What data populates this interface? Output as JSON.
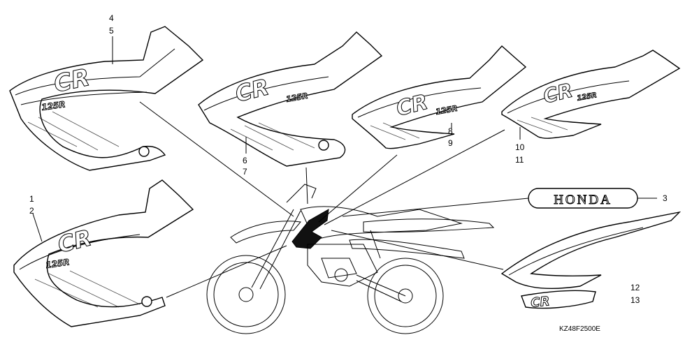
{
  "callouts": {
    "c4": "4",
    "c5": "5",
    "c6": "6",
    "c7": "7",
    "c8": "8",
    "c9": "9",
    "c10": "10",
    "c11": "11",
    "c1": "1",
    "c2": "2",
    "c3": "3",
    "c12": "12",
    "c13": "13"
  },
  "decal_text": {
    "cr": "CR",
    "model_small": "125R",
    "honda": "HONDA"
  },
  "diagram_code": "KZ48F2500E"
}
